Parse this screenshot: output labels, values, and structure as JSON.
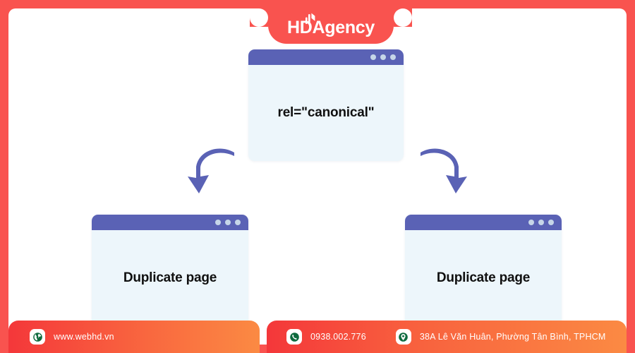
{
  "brand": {
    "name_part1": "HD",
    "name_part2": "Agency",
    "full_name": "HDAgency",
    "mark_icon": "bar-chart-mark-icon",
    "frame_color": "#f9534f"
  },
  "diagram": {
    "type": "canonical-tag-diagram",
    "accent_color": "#5a62b5",
    "window_body_color": "#edf6fb",
    "source_window": {
      "label": "rel=\"canonical\"",
      "dots": 3
    },
    "target_windows": [
      {
        "label": "Duplicate page",
        "dots": 3,
        "position": "left"
      },
      {
        "label": "Duplicate page",
        "dots": 3,
        "position": "right"
      }
    ],
    "arrows": [
      {
        "icon": "curved-arrow-down-left-icon",
        "color": "#5a62b5"
      },
      {
        "icon": "curved-arrow-down-right-icon",
        "color": "#5a62b5"
      }
    ]
  },
  "footer": {
    "website": {
      "icon": "globe-icon",
      "text": "www.webhd.vn"
    },
    "phone": {
      "icon": "phone-icon",
      "text": "0938.002.776"
    },
    "address": {
      "icon": "location-pin-icon",
      "text": "38A Lê Văn Huân, Phường Tân Bình, TPHCM"
    },
    "gradient_from": "#f4373a",
    "gradient_to": "#fb8a43",
    "icon_color": "#0e6b3f"
  }
}
